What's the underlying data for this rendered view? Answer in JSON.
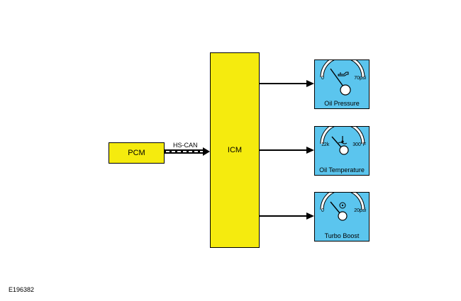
{
  "nodes": {
    "pcm": "PCM",
    "icm": "ICM"
  },
  "bus": {
    "label": "HS-CAN"
  },
  "gauges": [
    {
      "title": "Oil Pressure",
      "min": "0",
      "max": "70psi",
      "icon": "oil-can-icon"
    },
    {
      "title": "Oil Temperature",
      "min": "12k",
      "max": "300°F",
      "icon": "thermometer-icon"
    },
    {
      "title": "Turbo Boost",
      "min": "0",
      "max": "20psi",
      "icon": "turbo-icon"
    }
  ],
  "figure_id": "E196382",
  "colors": {
    "module": "#f5eb0e",
    "gauge": "#5bc5ee",
    "line": "#000000"
  }
}
